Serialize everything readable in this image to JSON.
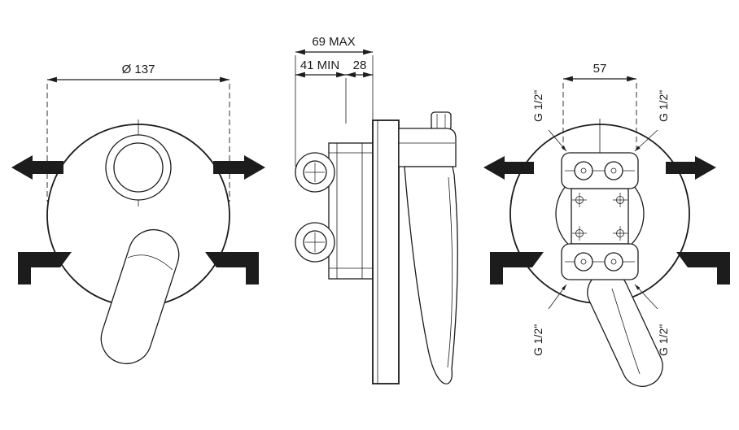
{
  "drawing": {
    "front_view": {
      "diameter_label": "Ø 137"
    },
    "side_view": {
      "max_depth_label": "69 MAX",
      "min_depth_label": "41 MIN",
      "plate_depth_label": "28"
    },
    "rear_view": {
      "center_distance_label": "57",
      "thread_labels": {
        "top_left": "G 1/2\"",
        "top_right": "G 1/2\"",
        "bottom_left": "G 1/2\"",
        "bottom_right": "G 1/2\""
      }
    },
    "colors": {
      "line": "#1c1c1c",
      "background": "#ffffff"
    }
  }
}
